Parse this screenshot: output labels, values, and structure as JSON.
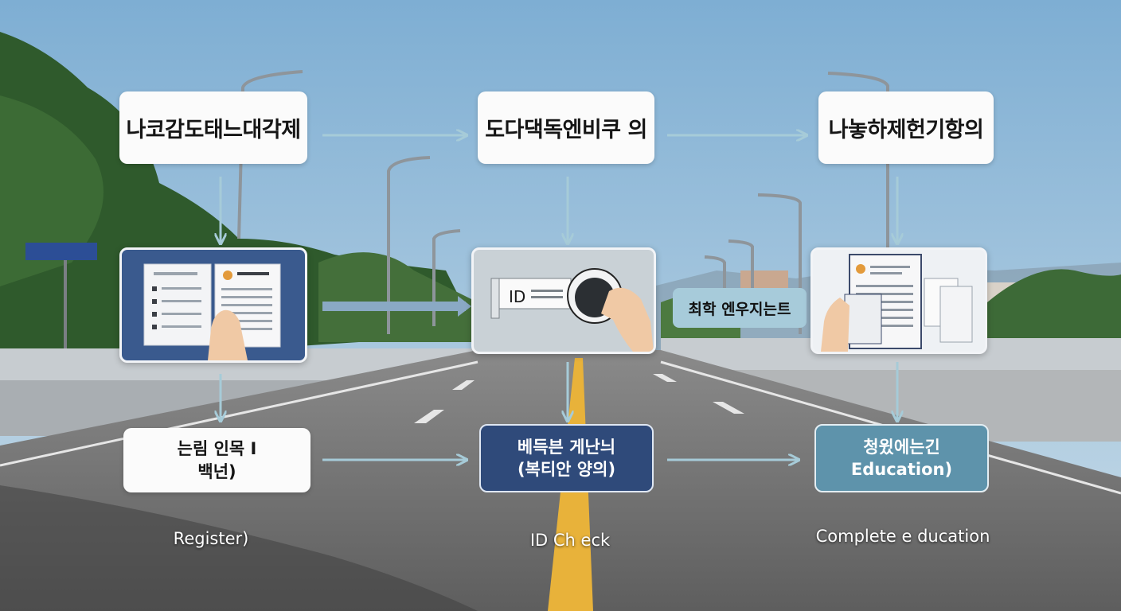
{
  "steps": {
    "top_left": "나코감도태느대각제",
    "top_mid": "도다댁독엔비쿠 의",
    "top_right": "나놓하제헌기항의",
    "bottom_left": [
      "는림 인목 I",
      "백넌)"
    ],
    "bottom_mid": [
      "베득븐 게난늬",
      "(복티안 양의)"
    ],
    "bottom_right": [
      "청윘에는긴",
      "Education)"
    ],
    "side_tag": "최학 엔우지는트"
  },
  "panels": {
    "id_card_text": "ID"
  },
  "captions": {
    "register": "Register)",
    "id_check": "ID  Ch eck",
    "complete": "Complete e ducation"
  },
  "colors": {
    "sky_top": "#7eaed3",
    "sky_bottom": "#c9dce8",
    "road": "#6c6c6c",
    "arrow": "#a6cbd8",
    "navy_box": "#2f4a7a",
    "teal_box": "#5e93ab",
    "lane_yellow": "#e8b23a"
  },
  "icons": [
    "checklist-document-icon",
    "id-card-icon",
    "card-reader-icon",
    "hand-icon",
    "resume-document-icon"
  ]
}
